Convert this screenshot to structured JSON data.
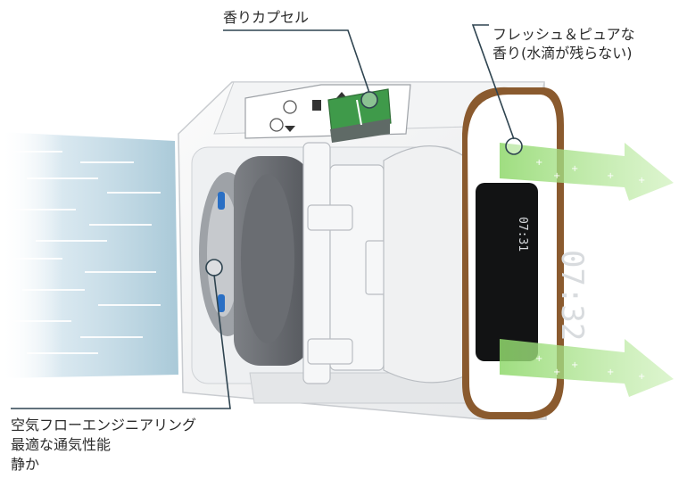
{
  "callouts": {
    "capsule": "香りカプセル",
    "fresh_line1": "フレッシュ＆ピュアな",
    "fresh_line2": "香り(水滴が残らない)",
    "air_line1": "空気フローエンジニアリング",
    "air_line2": "最適な通気性能",
    "air_line3": "静か"
  },
  "clock": {
    "time_large": "07:32",
    "time_small": "07:31"
  },
  "colors": {
    "accent_green": "#3f9a4a",
    "wood_frame": "#8a5a2e",
    "airflow_blue": "#bcd6e2",
    "scent_green": "#a9e08a",
    "callout_line": "#2f4450"
  }
}
